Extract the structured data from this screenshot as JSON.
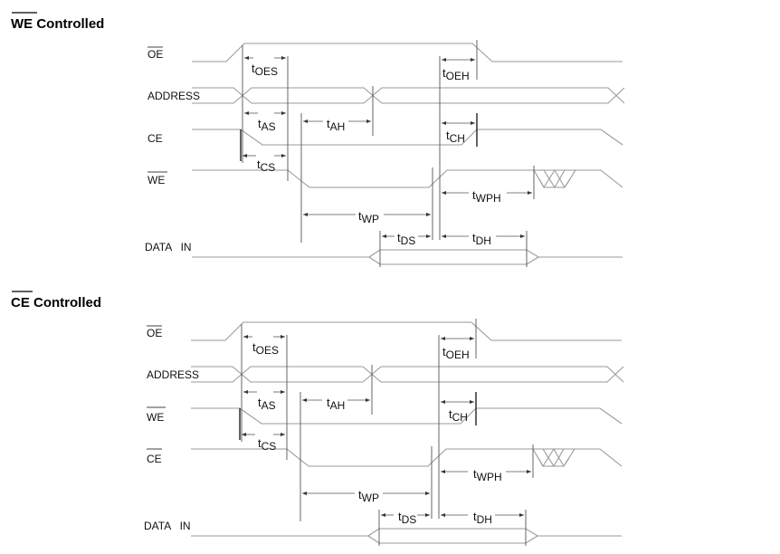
{
  "panels": [
    {
      "title": "WE Controlled",
      "title_overbar_text": "WE",
      "title_rest": " Controlled",
      "signals": [
        {
          "label": "OE",
          "overbar": true
        },
        {
          "label": "ADDRESS",
          "overbar": false
        },
        {
          "label": "CE",
          "overbar": false
        },
        {
          "label": "WE",
          "overbar": true
        },
        {
          "label": "DATA   IN",
          "overbar": false
        }
      ],
      "timings": [
        {
          "t": "t",
          "sub": "OES"
        },
        {
          "t": "t",
          "sub": "OEH"
        },
        {
          "t": "t",
          "sub": "AS"
        },
        {
          "t": "t",
          "sub": "AH"
        },
        {
          "t": "t",
          "sub": "CH"
        },
        {
          "t": "t",
          "sub": "CS"
        },
        {
          "t": "t",
          "sub": "WPH"
        },
        {
          "t": "t",
          "sub": "WP"
        },
        {
          "t": "t",
          "sub": "DS"
        },
        {
          "t": "t",
          "sub": "DH"
        }
      ]
    },
    {
      "title": "CE Controlled",
      "title_overbar_text": "CE",
      "title_rest": " Controlled",
      "signals": [
        {
          "label": "OE",
          "overbar": true
        },
        {
          "label": "ADDRESS",
          "overbar": false
        },
        {
          "label": "WE",
          "overbar": true
        },
        {
          "label": "CE",
          "overbar": true
        },
        {
          "label": "DATA   IN",
          "overbar": false
        }
      ],
      "timings": [
        {
          "t": "t",
          "sub": "OES"
        },
        {
          "t": "t",
          "sub": "OEH"
        },
        {
          "t": "t",
          "sub": "AS"
        },
        {
          "t": "t",
          "sub": "AH"
        },
        {
          "t": "t",
          "sub": "CH"
        },
        {
          "t": "t",
          "sub": "CS"
        },
        {
          "t": "t",
          "sub": "WPH"
        },
        {
          "t": "t",
          "sub": "WP"
        },
        {
          "t": "t",
          "sub": "DS"
        },
        {
          "t": "t",
          "sub": "DH"
        }
      ]
    }
  ],
  "colors": {
    "waveform": "#9a9a9a",
    "guide": "#555555",
    "text": "#111111"
  }
}
